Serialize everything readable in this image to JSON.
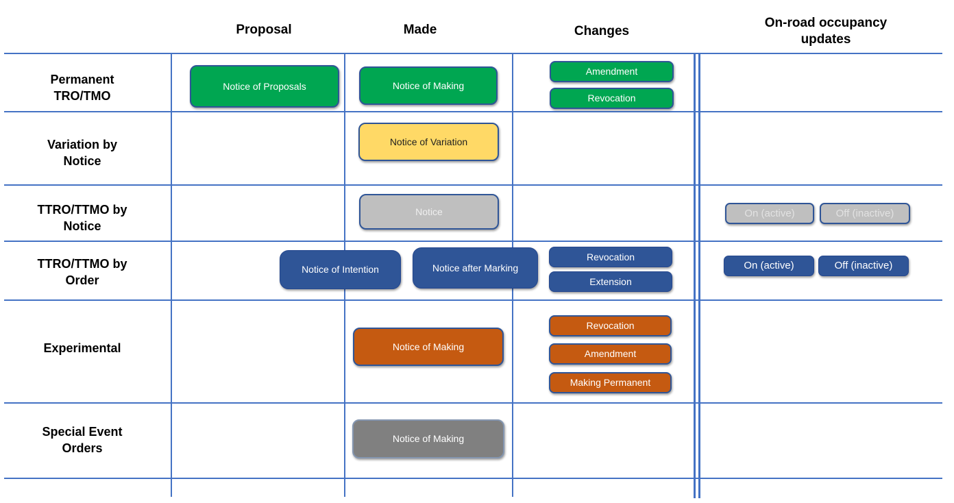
{
  "columns": [
    {
      "label": "Proposal"
    },
    {
      "label": "Made"
    },
    {
      "label": "Changes"
    },
    {
      "label": "On-road occupancy updates"
    }
  ],
  "rows": [
    {
      "label": "Permanent TRO/TMO"
    },
    {
      "label": "Variation by Notice"
    },
    {
      "label": "TTRO/TTMO by Notice"
    },
    {
      "label": "TTRO/TTMO by Order"
    },
    {
      "label": "Experimental"
    },
    {
      "label": "Special Event Orders"
    }
  ],
  "chips": {
    "permanent_proposal": "Notice of Proposals",
    "permanent_made": "Notice of Making",
    "permanent_amendment": "Amendment",
    "permanent_revocation": "Revocation",
    "variation_made": "Notice of Variation",
    "ttro_notice_made": "Notice",
    "ttro_notice_on": "On (active)",
    "ttro_notice_off": "Off (inactive)",
    "ttro_order_intention": "Notice of Intention",
    "ttro_order_after_marking": "Notice after Marking",
    "ttro_order_revocation": "Revocation",
    "ttro_order_extension": "Extension",
    "ttro_order_on": "On (active)",
    "ttro_order_off": "Off (inactive)",
    "experimental_made": "Notice of Making",
    "experimental_revocation": "Revocation",
    "experimental_amendment": "Amendment",
    "experimental_making_permanent": "Making Permanent",
    "special_made": "Notice of Making"
  },
  "colors": {
    "green": "#00A651",
    "yellow": "#FFD966",
    "light_gray": "#BFBFBF",
    "blue": "#2F5597",
    "orange": "#C55A11",
    "dark_gray": "#808080",
    "grid_line": "#4472C4",
    "chip_border": "#2F5597"
  }
}
